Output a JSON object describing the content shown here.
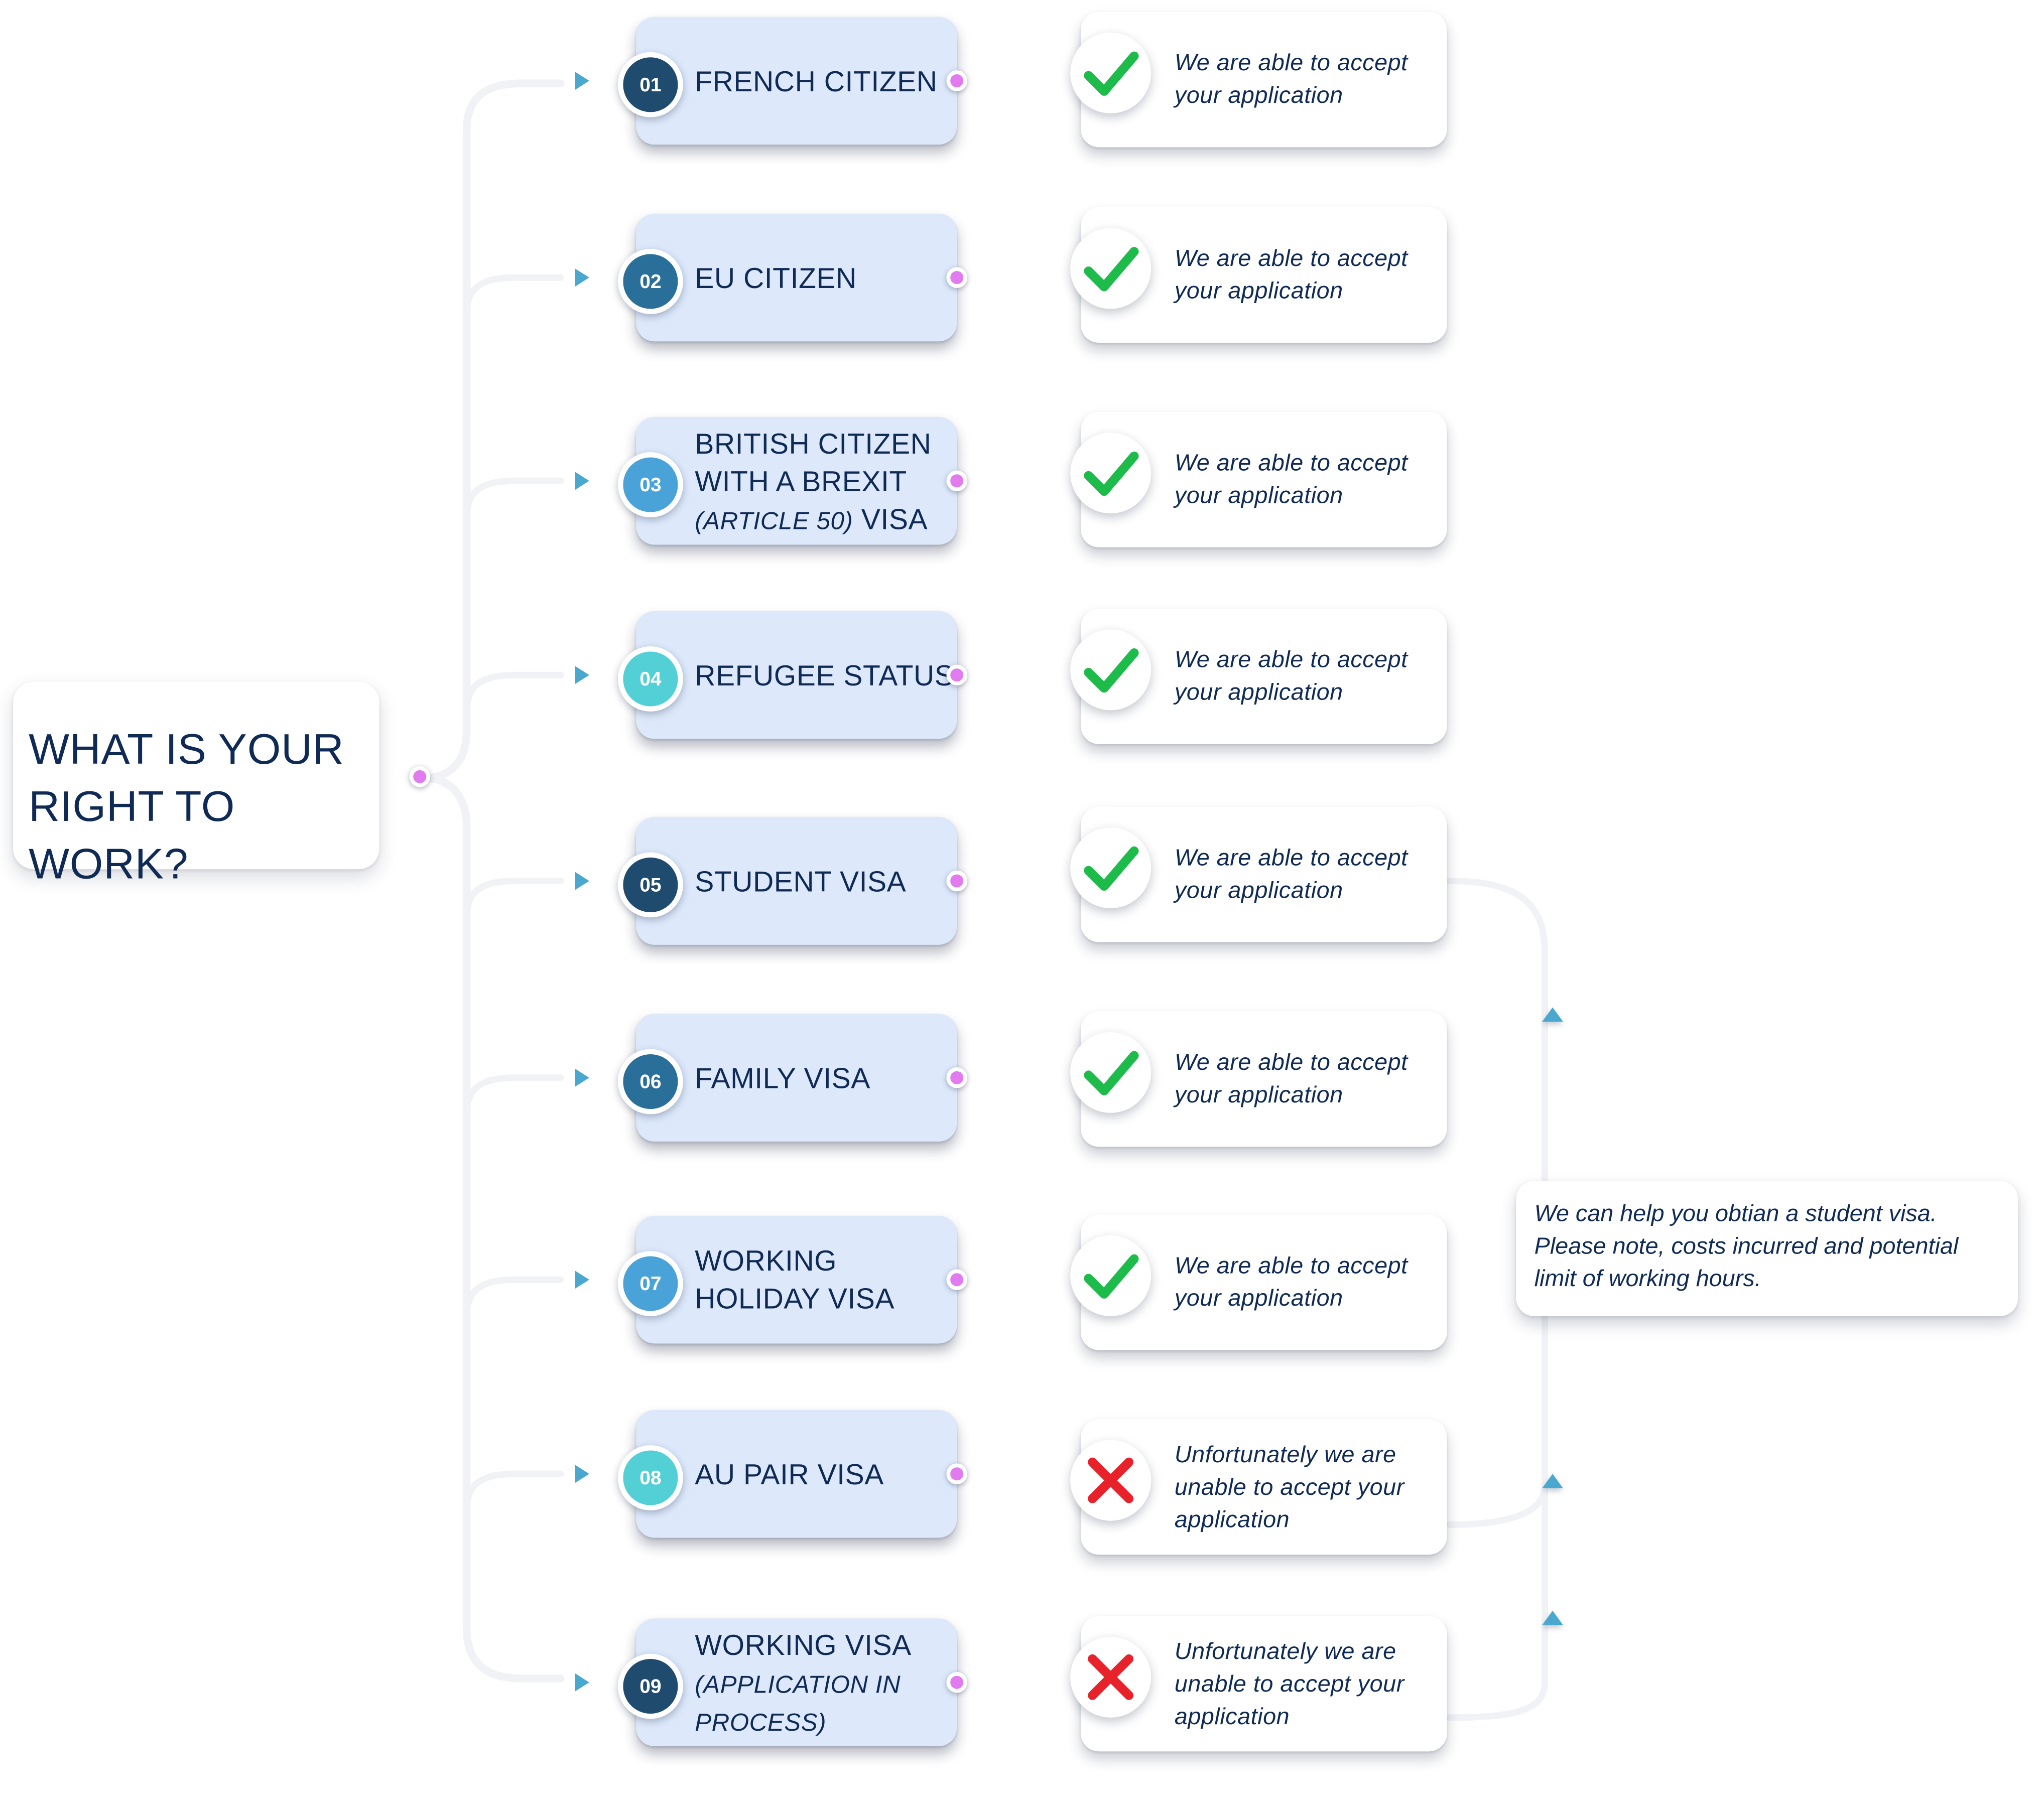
{
  "question": {
    "lines": [
      "WHAT IS YOUR",
      "RIGHT TO WORK?"
    ]
  },
  "colors": {
    "title_text": "#0f2a55",
    "option_bg": "#dde9fb",
    "connector_dot": "#e27bf0",
    "accept_icon": "#1cbb4a",
    "reject_icon": "#e8222b",
    "num_dark_navy": "#1f4b6e",
    "num_steel_blue": "#2a6f9a",
    "num_sky_blue": "#4aa3d8",
    "num_turquoise": "#52d0d6"
  },
  "options": [
    {
      "number": "01",
      "num_color": "#1f4b6e",
      "lines": [
        {
          "text": "FRENCH CITIZEN"
        }
      ]
    },
    {
      "number": "02",
      "num_color": "#2a6f9a",
      "lines": [
        {
          "text": "EU CITIZEN"
        }
      ]
    },
    {
      "number": "03",
      "num_color": "#4aa3d8",
      "lines": [
        {
          "text": "BRITISH CITIZEN"
        },
        {
          "text": "WITH A BREXIT"
        },
        {
          "italic": "(ARTICLE 50)",
          "text": " VISA"
        }
      ]
    },
    {
      "number": "04",
      "num_color": "#52d0d6",
      "lines": [
        {
          "text": "REFUGEE STATUS"
        }
      ]
    },
    {
      "number": "05",
      "num_color": "#1f4b6e",
      "lines": [
        {
          "text": "STUDENT VISA"
        }
      ]
    },
    {
      "number": "06",
      "num_color": "#2a6f9a",
      "lines": [
        {
          "text": "FAMILY VISA"
        }
      ]
    },
    {
      "number": "07",
      "num_color": "#4aa3d8",
      "lines": [
        {
          "text": "WORKING"
        },
        {
          "text": "HOLIDAY VISA"
        }
      ]
    },
    {
      "number": "08",
      "num_color": "#52d0d6",
      "lines": [
        {
          "text": "AU PAIR VISA"
        }
      ]
    },
    {
      "number": "09",
      "num_color": "#1f4b6e",
      "lines": [
        {
          "text": "WORKING VISA"
        },
        {
          "italic": "(APPLICATION IN"
        },
        {
          "italic": "PROCESS)"
        }
      ]
    }
  ],
  "results": [
    {
      "status": "accept",
      "icon": "check-icon",
      "text": "We are able to accept\nyour application"
    },
    {
      "status": "accept",
      "icon": "check-icon",
      "text": "We are able to accept\nyour application"
    },
    {
      "status": "accept",
      "icon": "check-icon",
      "text": "We are able to accept\nyour application"
    },
    {
      "status": "accept",
      "icon": "check-icon",
      "text": "We are able to accept\nyour application"
    },
    {
      "status": "accept",
      "icon": "check-icon",
      "text": "We are able to accept\nyour application"
    },
    {
      "status": "accept",
      "icon": "check-icon",
      "text": "We are able to accept\nyour application"
    },
    {
      "status": "accept",
      "icon": "check-icon",
      "text": "We are able to accept\nyour application"
    },
    {
      "status": "reject",
      "icon": "cross-icon",
      "text": "Unfortunately we are\nunable to accept your\napplication"
    },
    {
      "status": "reject",
      "icon": "cross-icon",
      "text": "Unfortunately we are\nunable to accept your\napplication"
    }
  ],
  "note": {
    "text": "We can help you obtian a student visa.\nPlease note, costs incurred and potential\nlimit of working hours."
  }
}
